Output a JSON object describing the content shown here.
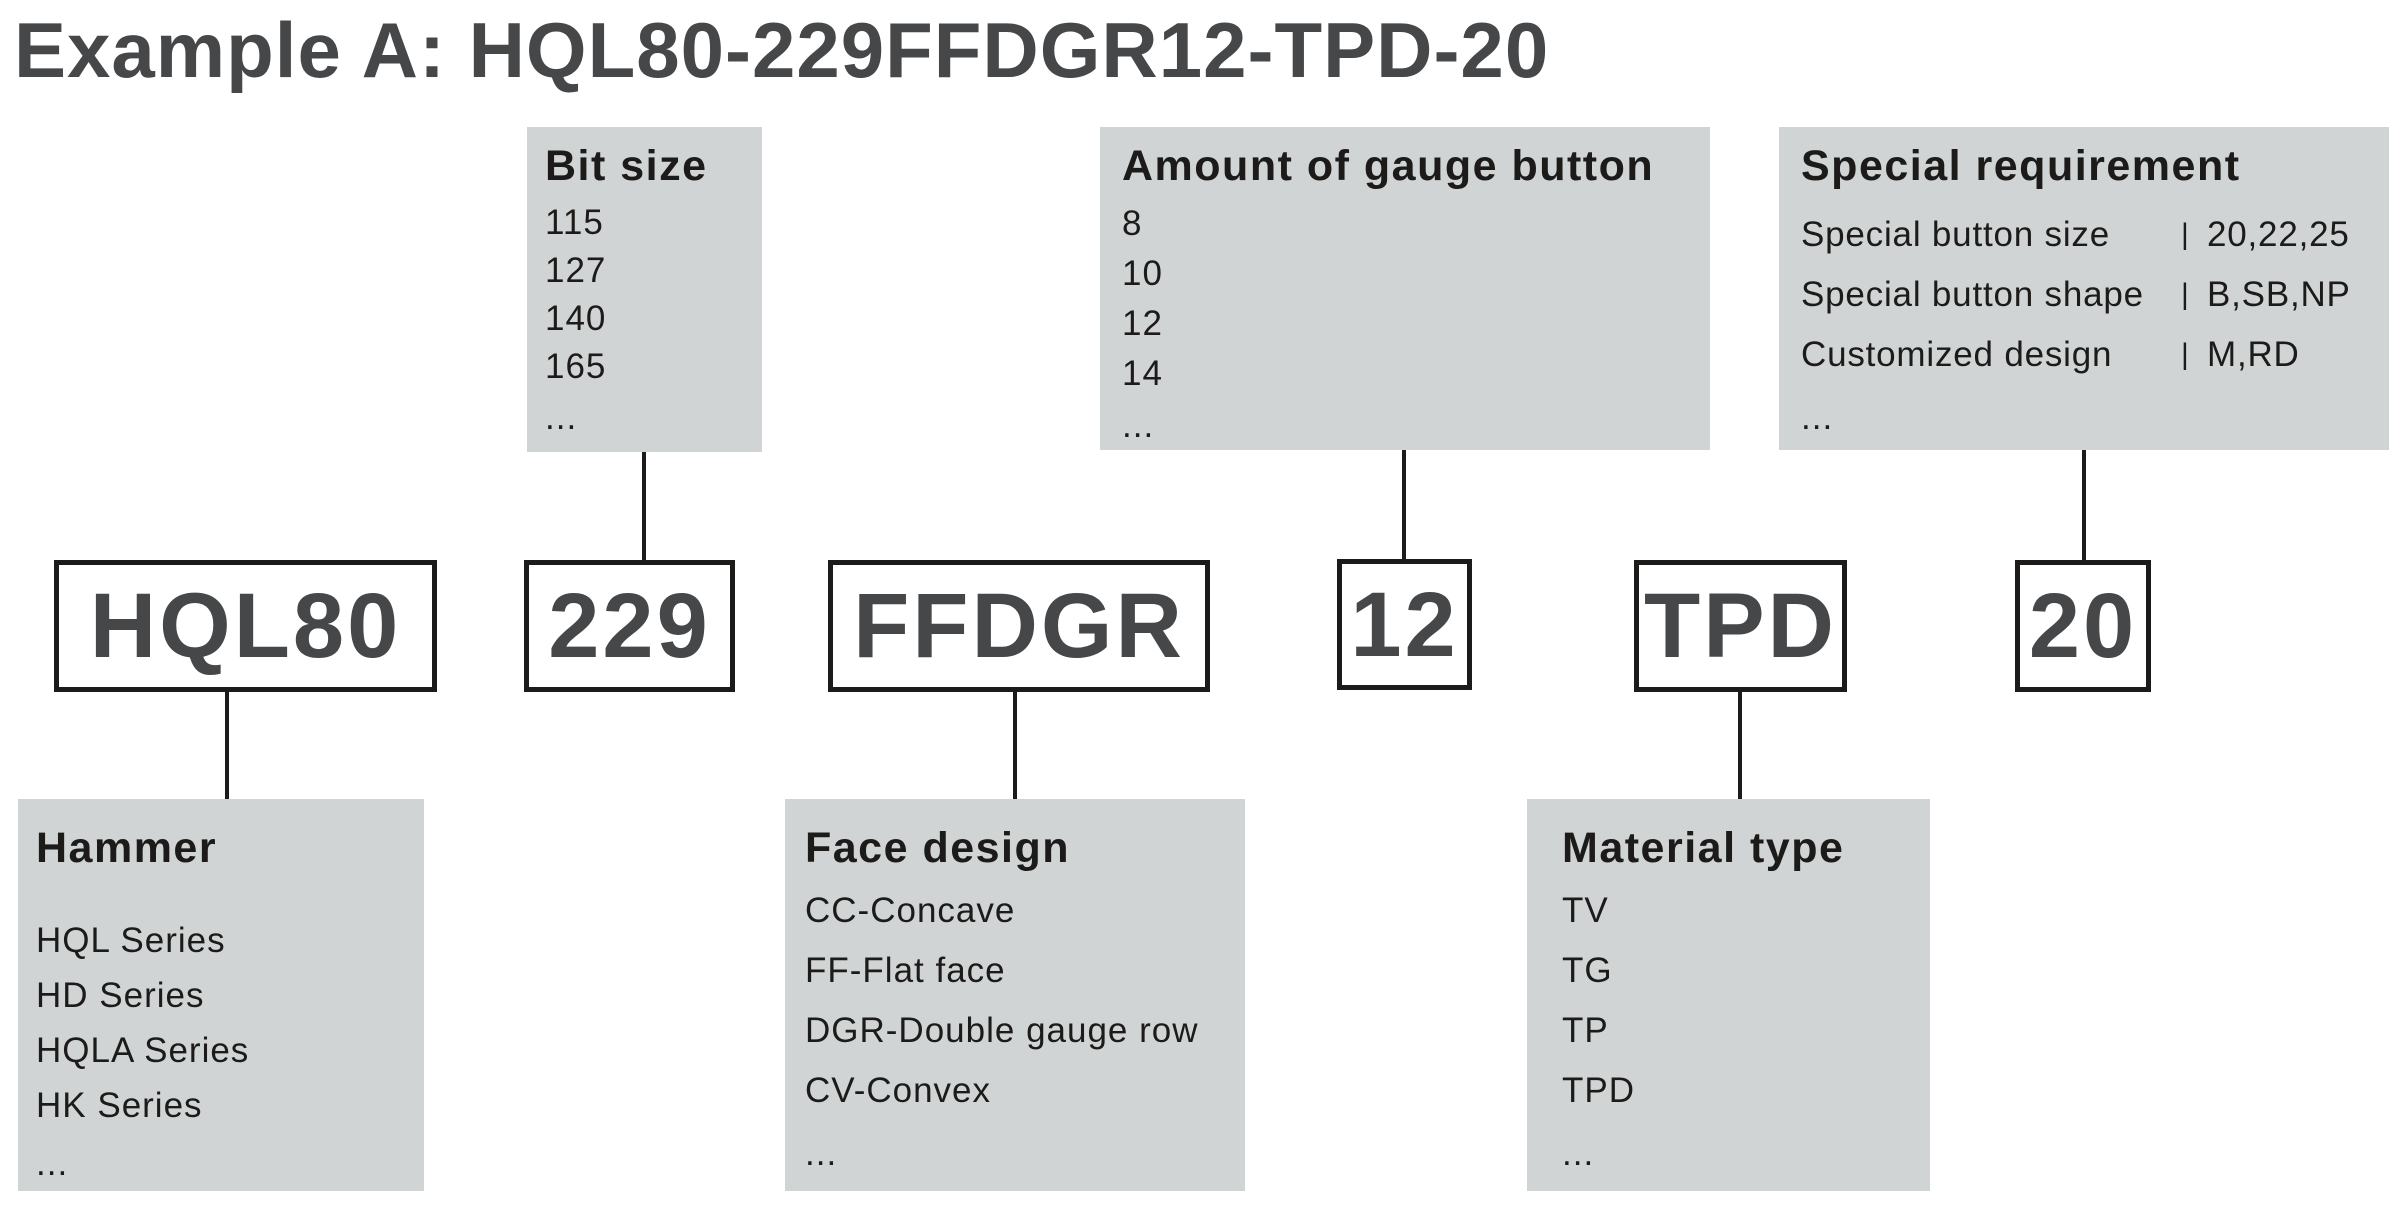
{
  "title": "Example A: HQL80-229FFDGR12-TPD-20",
  "codes": [
    {
      "id": "hammer",
      "label": "HQL80"
    },
    {
      "id": "bit_size",
      "label": "229"
    },
    {
      "id": "face_design",
      "label": "FFDGR"
    },
    {
      "id": "gauge_button",
      "label": "12"
    },
    {
      "id": "material_type",
      "label": "TPD"
    },
    {
      "id": "special_requirement",
      "label": "20"
    }
  ],
  "panels": {
    "bit_size": {
      "title": "Bit size",
      "items": [
        "115",
        "127",
        "140",
        "165",
        "..."
      ]
    },
    "gauge_button": {
      "title": "Amount of gauge button",
      "items": [
        "8",
        "10",
        "12",
        "14",
        "..."
      ]
    },
    "special_requirement": {
      "title": "Special requirement",
      "rows": [
        {
          "label": "Special button size",
          "sep": "|",
          "value": "20,22,25"
        },
        {
          "label": "Special button shape",
          "sep": "|",
          "value": "B,SB,NP"
        },
        {
          "label": "Customized design",
          "sep": "|",
          "value": "M,RD"
        }
      ],
      "ellipsis": "..."
    },
    "hammer": {
      "title": "Hammer",
      "items": [
        "HQL Series",
        "HD Series",
        "HQLA Series",
        "HK Series",
        "..."
      ]
    },
    "face_design": {
      "title": "Face design",
      "items": [
        "CC-Concave",
        "FF-Flat face",
        "DGR-Double gauge row",
        "CV-Convex",
        "..."
      ]
    },
    "material_type": {
      "title": "Material type",
      "items": [
        "TV",
        "TG",
        "TP",
        "TPD",
        "..."
      ]
    }
  },
  "colors": {
    "panel_bg": "#d1d4d5",
    "code_text": "#464749",
    "line": "#1c1b19"
  }
}
